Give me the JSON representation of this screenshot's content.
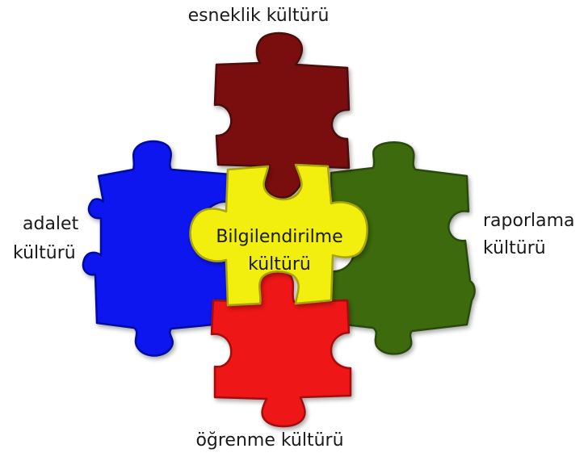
{
  "pieces": {
    "top": {
      "label": "esneklik kültürü",
      "color": "#7a0d0d",
      "stroke": "#4a0707"
    },
    "left": {
      "label_line1": "adalet",
      "label_line2": "kültürü",
      "color": "#0a14ee",
      "stroke": "#050b9c"
    },
    "right": {
      "label_line1": "raporlama",
      "label_line2": "kültürü",
      "color": "#3e6b10",
      "stroke": "#294a09"
    },
    "bottom": {
      "label": "öğrenme kültürü",
      "color": "#ee1414",
      "stroke": "#a40b0b"
    },
    "center": {
      "label_line1": "Bilgilendirilme",
      "label_line2": "kültürü",
      "color": "#f2ee10",
      "stroke": "#a7a30a"
    }
  }
}
